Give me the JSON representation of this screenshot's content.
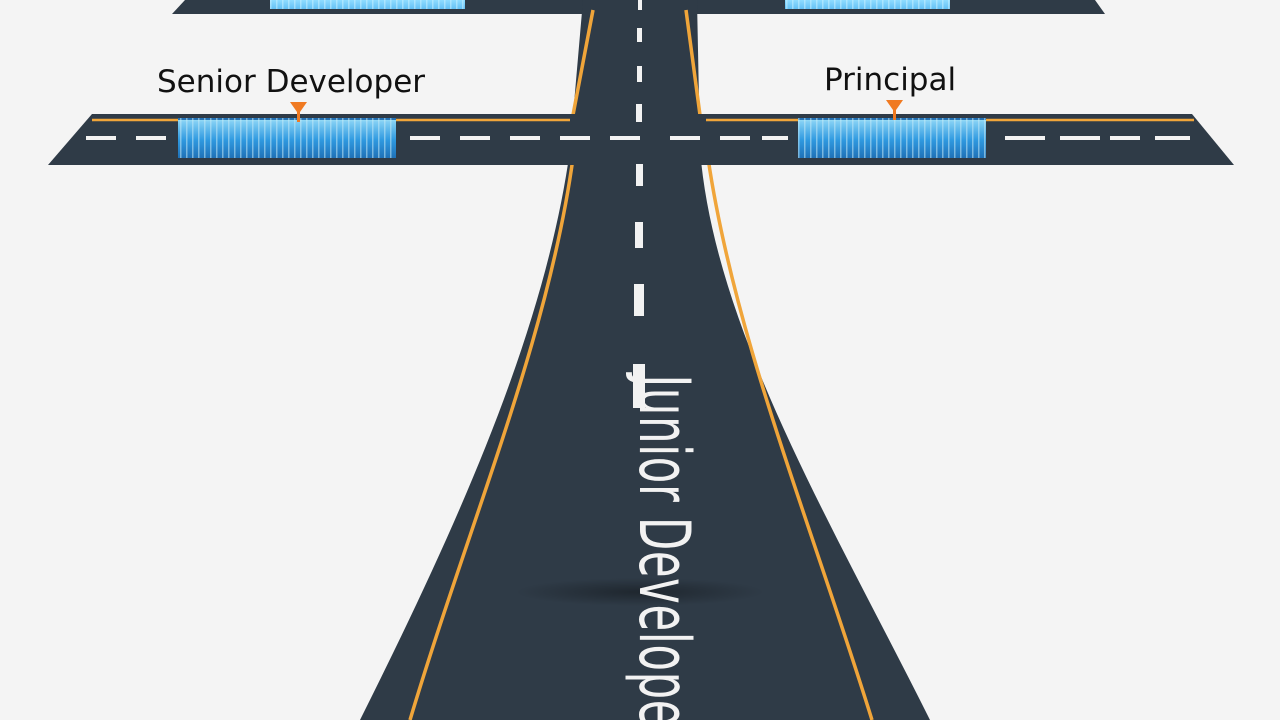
{
  "labels": {
    "left_branch": "Senior Developer",
    "right_branch": "Principal",
    "main_road": "Junior Developer"
  },
  "colors": {
    "background": "#f4f4f4",
    "asphalt": "#2f3b47",
    "asphalt_dark": "#26313b",
    "edge_line": "#f0a53a",
    "lane_dash": "#ffffff",
    "glow_panel": "#3fb0f0",
    "marker_pin": "#f07a22",
    "label_text": "#111111"
  },
  "icons": {
    "branch_marker": "map-pin-icon"
  }
}
